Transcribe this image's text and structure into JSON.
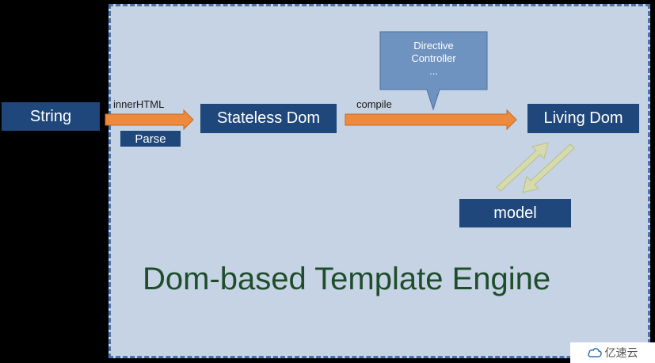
{
  "nodes": {
    "string": "String",
    "parse": "Parse",
    "stateless_dom": "Stateless Dom",
    "living_dom": "Living Dom",
    "model": "model"
  },
  "edges": {
    "inner_html": "innerHTML",
    "compile": "compile"
  },
  "callout": {
    "line1": "Directive",
    "line2": "Controller",
    "line3": "..."
  },
  "title": "Dom-based Template Engine",
  "watermark": "亿速云",
  "colors": {
    "background": "#000000",
    "region_fill": "#c5d3e4",
    "region_border": "#4a73b0",
    "box_fill": "#1f477b",
    "callout_fill": "#6f93c0",
    "arrow_fill": "#ef8a3c",
    "double_arrow_fill": "#d6dbae",
    "title_color": "#1e4d2b"
  },
  "icons": {
    "watermark_logo": "cloud-logo-icon"
  }
}
